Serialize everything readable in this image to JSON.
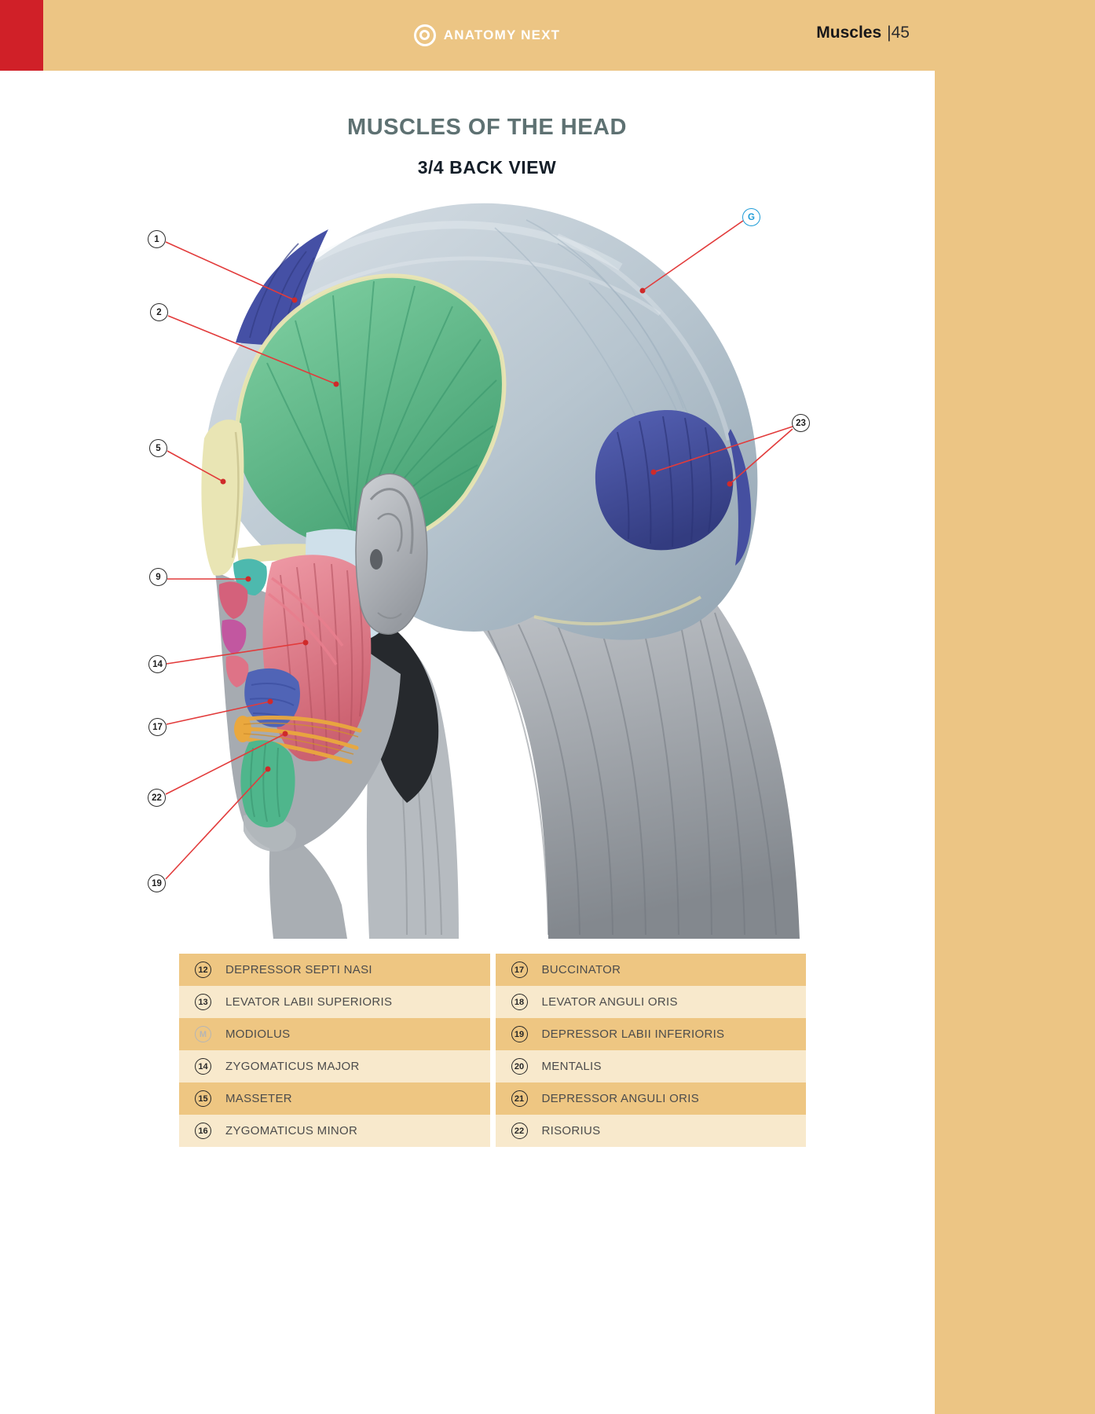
{
  "page": {
    "brand": "ANATOMY NEXT",
    "section": "Muscles",
    "page_ref": "|45"
  },
  "title": "MUSCLES OF THE HEAD",
  "subtitle": "3/4 BACK VIEW",
  "figure": {
    "callouts": [
      {
        "label": "1"
      },
      {
        "label": "2"
      },
      {
        "label": "5"
      },
      {
        "label": "9"
      },
      {
        "label": "14"
      },
      {
        "label": "17"
      },
      {
        "label": "22"
      },
      {
        "label": "19"
      },
      {
        "label": "G"
      },
      {
        "label": "23"
      }
    ]
  },
  "legend": {
    "left": [
      {
        "num": "12",
        "label": "DEPRESSOR SEPTI NASI"
      },
      {
        "num": "13",
        "label": "LEVATOR LABII SUPERIORIS"
      },
      {
        "num": "M",
        "label": "MODIOLUS"
      },
      {
        "num": "14",
        "label": "ZYGOMATICUS MAJOR"
      },
      {
        "num": "15",
        "label": "MASSETER"
      },
      {
        "num": "16",
        "label": "ZYGOMATICUS MINOR"
      }
    ],
    "right": [
      {
        "num": "17",
        "label": "BUCCINATOR"
      },
      {
        "num": "18",
        "label": "LEVATOR ANGULI ORIS"
      },
      {
        "num": "19",
        "label": "DEPRESSOR LABII INFERIORIS"
      },
      {
        "num": "20",
        "label": "MENTALIS"
      },
      {
        "num": "21",
        "label": "DEPRESSOR ANGULI ORIS"
      },
      {
        "num": "22",
        "label": "RISORIUS"
      }
    ]
  },
  "colors": {
    "band_tan": "#ECC584",
    "corner_red": "#D02028",
    "leader_line_red": "#E23B3B",
    "title_teal_gray": "#5E7172",
    "subtitle_navy": "#141E28",
    "legend_row_dark": "#EEC682",
    "legend_row_light": "#F8E9CC",
    "g_callout_blue": "#1E9CD7",
    "muscle_galea": "#B7C5CF",
    "muscle_temporalis_green": "#5FBE8C",
    "muscle_frontalis_occipitalis_blue": "#4550A5",
    "muscle_masseter_pink": "#E0808D",
    "muscle_risorius_orange": "#EAA83E",
    "muscle_chin_green": "#4FB68C",
    "bone_cream": "#E9E5B4"
  }
}
